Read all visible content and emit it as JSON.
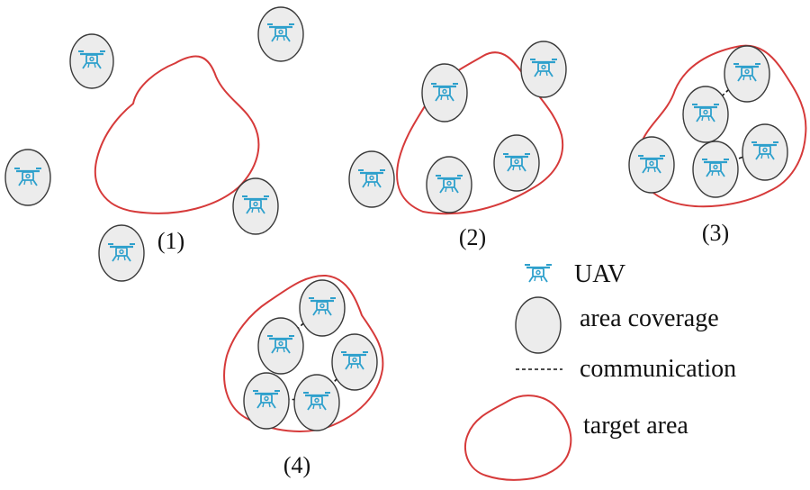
{
  "colors": {
    "uav": "#2ea0cc",
    "coverage_fill": "#ececec",
    "coverage_stroke": "#3a3a3a",
    "target_area": "#d63a3a",
    "communication": "#111111"
  },
  "panels": [
    {
      "label": "(1)"
    },
    {
      "label": "(2)"
    },
    {
      "label": "(3)"
    },
    {
      "label": "(4)"
    }
  ],
  "legend": {
    "uav": {
      "label": "UAV",
      "icon": "drone-icon"
    },
    "coverage": {
      "label": "area coverage"
    },
    "communication": {
      "label": "communication"
    },
    "target": {
      "label": "target area"
    }
  }
}
